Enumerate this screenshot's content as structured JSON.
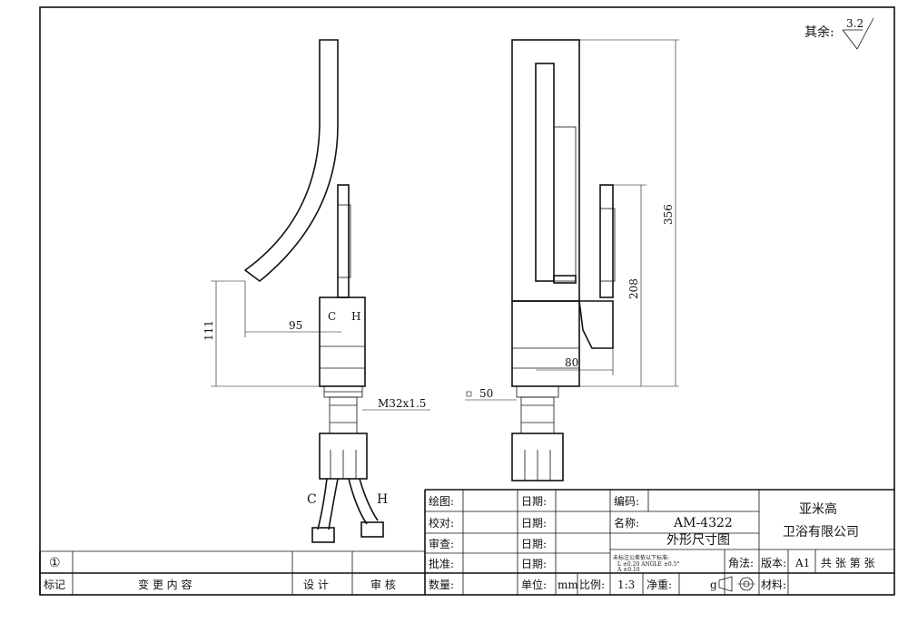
{
  "surface": {
    "label": "其余:",
    "value": "3.2"
  },
  "side_view": {
    "label_c": "C",
    "label_h": "H",
    "dim_95": "95",
    "dim_111": "111",
    "thread": "M32x1.5",
    "hose_c": "C",
    "hose_h": "H"
  },
  "front_view": {
    "dim_356": "356",
    "dim_208": "208",
    "dim_80": "80",
    "dim_50": "50"
  },
  "title_block": {
    "draw": "绘图:",
    "check": "校对:",
    "review": "审查:",
    "approve": "批准:",
    "date1": "日期:",
    "date2": "日期:",
    "date3": "日期:",
    "date4": "日期:",
    "code": "编码:",
    "name_label": "名称:",
    "name_value": "AM-4322",
    "name_sub": "外形尺寸图",
    "tolerance_title": "未标注公差依以下标准:",
    "tolerance_line": "L   ±0.20  ANGLE ±0.5°",
    "tolerance_line2": "A   ±0.10",
    "company_1": "亚米高",
    "company_2": "卫浴有限公司",
    "angle_label": "角法:",
    "version_label": "版本:",
    "version_value": "A1",
    "sheets": "共  张 第  张",
    "qty_label": "数量:",
    "unit_label": "单位:",
    "unit_value": "mm",
    "scale_label": "比例:",
    "scale_value": "1:3",
    "weight_label": "净重:",
    "weight_unit": "g",
    "material_label": "材料:"
  },
  "revision_block": {
    "rev_symbol": "①",
    "mark": "标记",
    "change": "变  更  内  容",
    "design": "设  计",
    "audit": "审  核"
  }
}
